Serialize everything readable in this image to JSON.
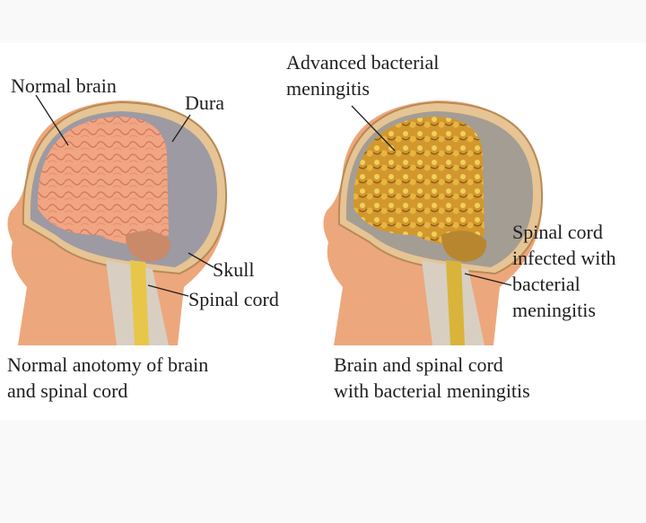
{
  "left_figure": {
    "labels": {
      "normal_brain": "Normal brain",
      "dura": "Dura",
      "skull": "Skull",
      "spinal_cord": "Spinal cord"
    },
    "caption": [
      "Normal anotomy of brain",
      "and spinal cord"
    ]
  },
  "right_figure": {
    "labels": {
      "advanced": [
        "Advanced bacterial",
        "meningitis"
      ],
      "infected": [
        "Spinal cord",
        "infected with",
        "bacterial",
        "meningitis"
      ]
    },
    "caption": [
      "Brain and spinal cord",
      "with bacterial meningitis"
    ]
  },
  "colors": {
    "background": "#f9f9f9",
    "panel": "#ffffff",
    "skin": "#eda77c",
    "brain": "#f2a582",
    "dura": "#9d9aa3",
    "infected": "#d9a53a",
    "spinal_cord": "#e8c64a"
  }
}
